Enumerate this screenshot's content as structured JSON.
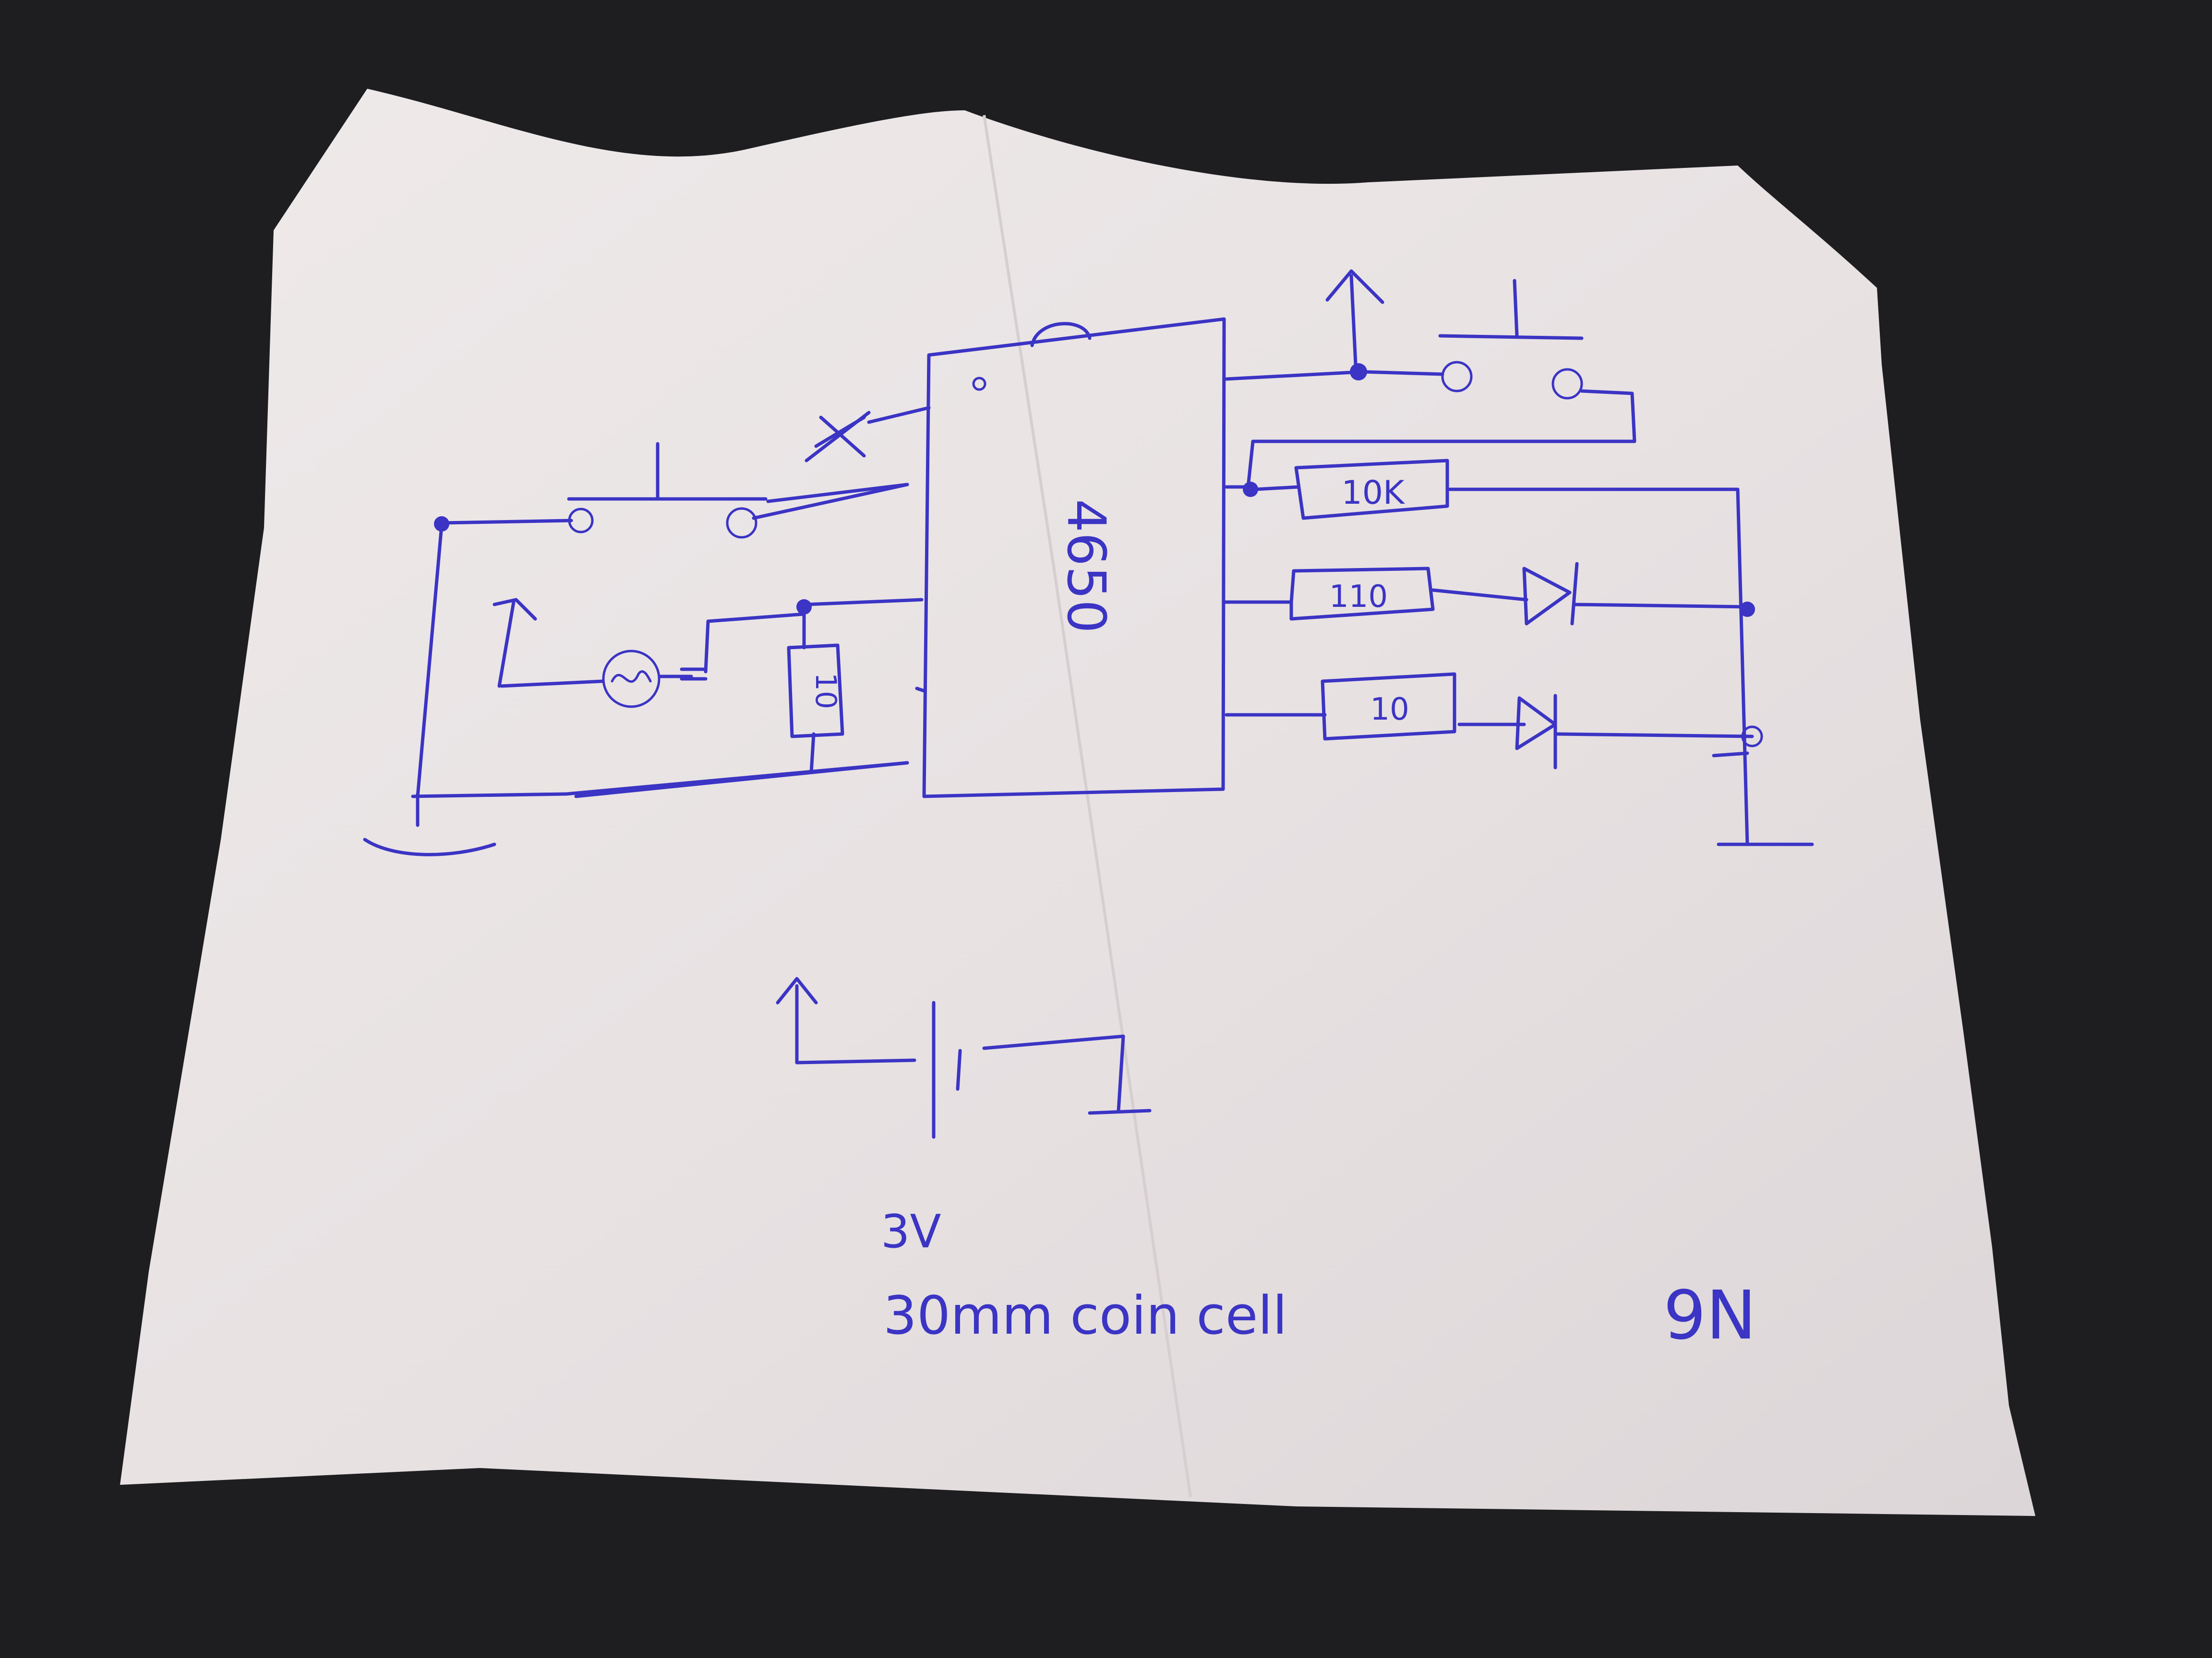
{
  "diagram": {
    "chip_label": "4650",
    "resistor_top": "10K",
    "resistor_middle": "110",
    "resistor_bottom": "10",
    "capacitor_label": "10",
    "led_labels": [
      "",
      ""
    ],
    "battery_voltage": "3V",
    "battery_type": "30mm coin cell",
    "signature": "9N"
  },
  "colors": {
    "background": "#1e1e21",
    "paper": "#e9e3e3",
    "ink": "#3b34c4"
  }
}
